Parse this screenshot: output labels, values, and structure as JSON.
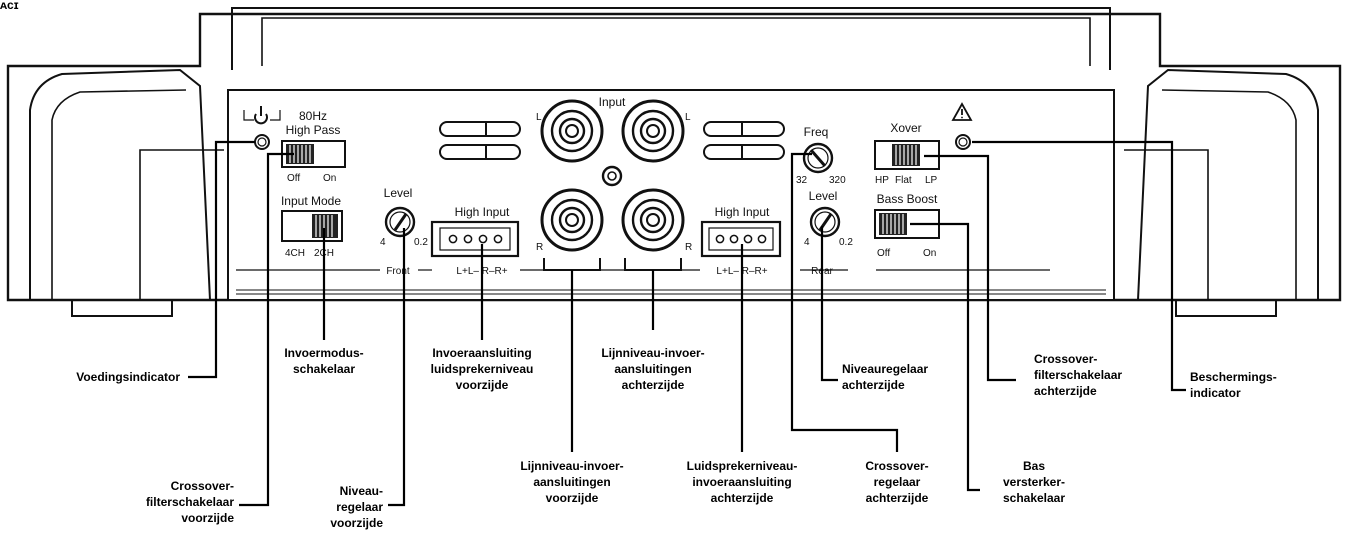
{
  "panel": {
    "corner_fragment": "ᴀᴄɪ",
    "input": "Input",
    "input_l_left": "L",
    "input_l_right": "L",
    "input_r_left": "R",
    "input_r_right": "R",
    "hp_freq": "80Hz",
    "hp_label": "High Pass",
    "hp_off": "Off",
    "hp_on": "On",
    "input_mode": "Input Mode",
    "mode_4ch": "4CH",
    "mode_2ch": "2CH",
    "level_front": "Level",
    "level_front_min": "4",
    "level_front_max": "0.2",
    "high_input_front": "High Input",
    "high_input_rear": "High Input",
    "front": "Front",
    "rear": "Rear",
    "front_pins": "L+L– R–R+",
    "rear_pins": "L+L– R–R+",
    "freq": "Freq",
    "freq_min": "32",
    "freq_max": "320",
    "level_rear": "Level",
    "level_rear_min": "4",
    "level_rear_max": "0.2",
    "xover": "Xover",
    "xover_hp": "HP",
    "xover_flat": "Flat",
    "xover_lp": "LP",
    "bass_boost": "Bass Boost",
    "bb_off": "Off",
    "bb_on": "On"
  },
  "callouts": {
    "power": [
      "Voedingsindicator"
    ],
    "input_mode": [
      "Invoermodus-",
      "schakelaar"
    ],
    "speaker_front": [
      "Invoeraansluiting",
      "luidsprekerniveau",
      "voorzijde"
    ],
    "line_rear": [
      "Lijnniveau-invoer-",
      "aansluitingen",
      "achterzijde"
    ],
    "level_rear": [
      "Niveauregelaar",
      "achterzijde"
    ],
    "xover_rear": [
      "Crossover-",
      "filterschakelaar",
      "achterzijde"
    ],
    "protect": [
      "Beschermings-",
      "indicator"
    ],
    "xover_front": [
      "Crossover-",
      "filterschakelaar",
      "voorzijde"
    ],
    "level_front": [
      "Niveau-",
      "regelaar",
      "voorzijde"
    ],
    "line_front": [
      "Lijnniveau-invoer-",
      "aansluitingen",
      "voorzijde"
    ],
    "speaker_rear": [
      "Luidsprekerniveau-",
      "invoeraansluiting",
      "achterzijde"
    ],
    "freq_rear": [
      "Crossover-",
      "regelaar",
      "achterzijde"
    ],
    "bass_boost": [
      "Bas",
      "versterker-",
      "schakelaar"
    ]
  }
}
